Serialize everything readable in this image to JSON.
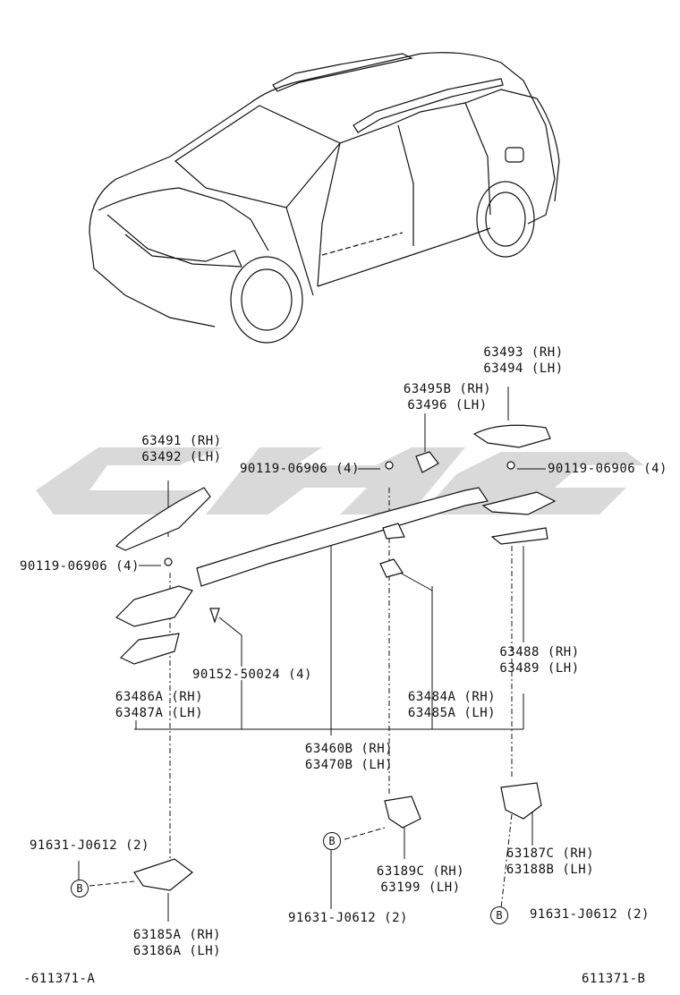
{
  "parts": {
    "roof_rack_end_cover_rear": {
      "rh": "63493 (RH)",
      "lh": "63494 (LH)"
    },
    "cover_cap": {
      "rh": "63495B (RH)",
      "lh": "63496 (LH)"
    },
    "front_cover": {
      "rh": "63491 (RH)",
      "lh": "63492 (LH)"
    },
    "screw_left": "90119-06906 (4)",
    "screw_center": "90119-06906 (4)",
    "screw_right": "90119-06906 (4)",
    "bolt": "90152-50024 (4)",
    "front_pad": {
      "rh": "63486A (RH)",
      "lh": "63487A (LH)"
    },
    "center_pad": {
      "rh": "63484A (RH)",
      "lh": "63485A (LH)"
    },
    "rear_pad": {
      "rh": "63488 (RH)",
      "lh": "63489 (LH)"
    },
    "rail": {
      "rh": "63460B (RH)",
      "lh": "63470B (LH)"
    },
    "clip_front_note": "91631-J0612 (2)",
    "clip_center_note": "91631-J0612 (2)",
    "clip_rear_note": "91631-J0612 (2)",
    "bracket_center": {
      "rh": "63189C (RH)",
      "lh": "63199 (LH)"
    },
    "bracket_rear": {
      "rh": "63187C (RH)",
      "lh": "63188B (LH)"
    },
    "bracket_front": {
      "rh": "63185A (RH)",
      "lh": "63186A (LH)"
    },
    "ref_mark": "B"
  },
  "footer": {
    "left_code": "-611371-A",
    "right_code": "611371-B"
  },
  "colors": {
    "line": "#111111",
    "watermark": "#d9d9d9",
    "part_fill": "#ffffff"
  }
}
